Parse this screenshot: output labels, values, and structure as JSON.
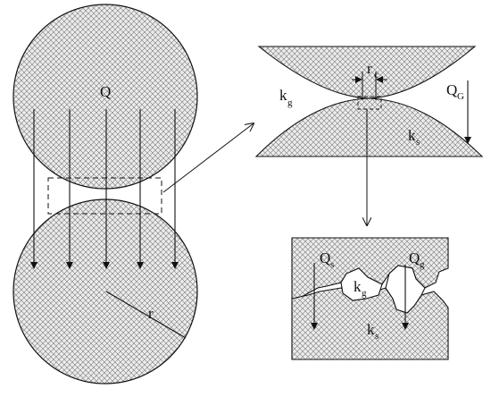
{
  "figure": {
    "labels": {
      "Q_main": "Q",
      "r_radius": "r",
      "k_g_upper": "k",
      "k_g_upper_sub": "g",
      "k_s_upper": "k",
      "k_s_upper_sub": "s",
      "r_contact": "r",
      "r_contact_sub": "c",
      "Q_G": "Q",
      "Q_G_sub": "G",
      "Q_s": "Q",
      "Q_s_sub": "s",
      "Q_g": "Q",
      "Q_g_sub": "g",
      "k_g_detail": "k",
      "k_g_detail_sub": "g",
      "k_s_detail": "k",
      "k_s_detail_sub": "s"
    },
    "colors": {
      "stroke": "#111111",
      "hatch": "#555555",
      "fill": "#e9e9e9"
    }
  }
}
